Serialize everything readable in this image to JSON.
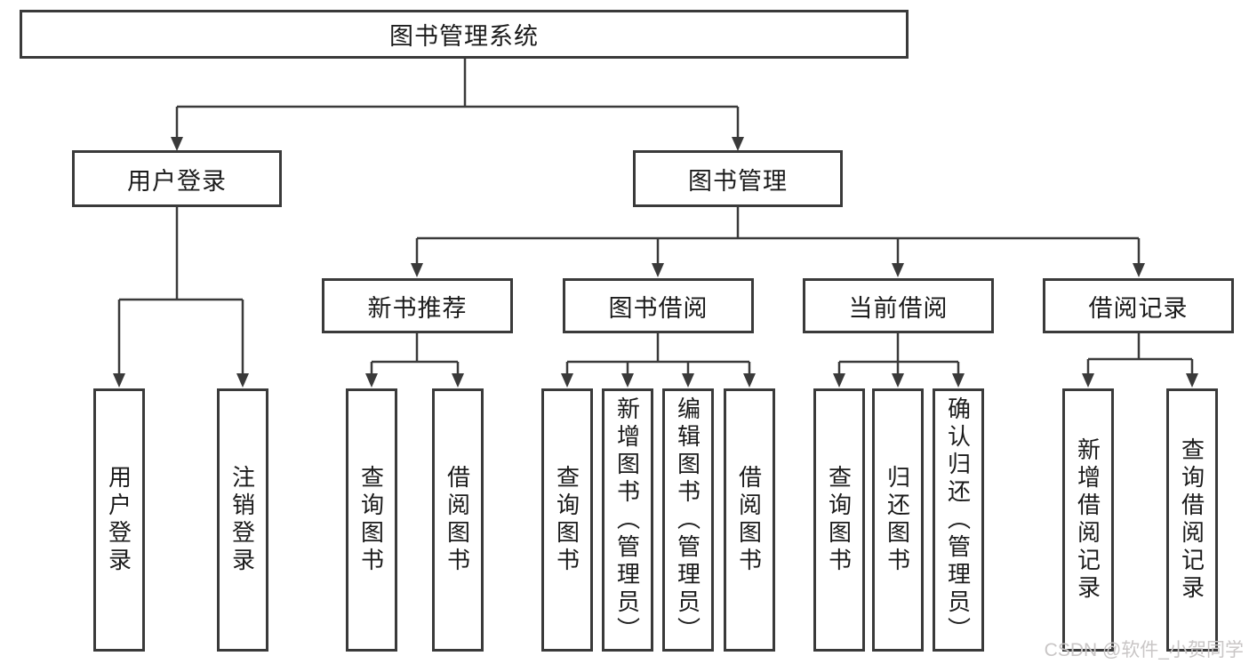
{
  "diagram": {
    "root": "图书管理系统",
    "branches": [
      {
        "label": "用户登录",
        "children": [
          "用户登录",
          "注销登录"
        ]
      },
      {
        "label": "图书管理",
        "groups": [
          {
            "label": "新书推荐",
            "children": [
              "查询图书",
              "借阅图书"
            ]
          },
          {
            "label": "图书借阅",
            "children": [
              "查询图书",
              "新增图书（管理员）",
              "编辑图书（管理员）",
              "借阅图书"
            ]
          },
          {
            "label": "当前借阅",
            "children": [
              "查询图书",
              "归还图书",
              "确认归还（管理员）"
            ]
          },
          {
            "label": "借阅记录",
            "children": [
              "新增借阅记录",
              "查询借阅记录"
            ]
          }
        ]
      }
    ]
  },
  "watermark": "CSDN @软件_小贺同学",
  "colors": {
    "line": "#3a3a3a",
    "box_border": "#3a3a3a",
    "box_fill": "#ffffff",
    "text": "#1b1b1b",
    "background": "#ffffff",
    "watermark": "#c9c6c6"
  }
}
